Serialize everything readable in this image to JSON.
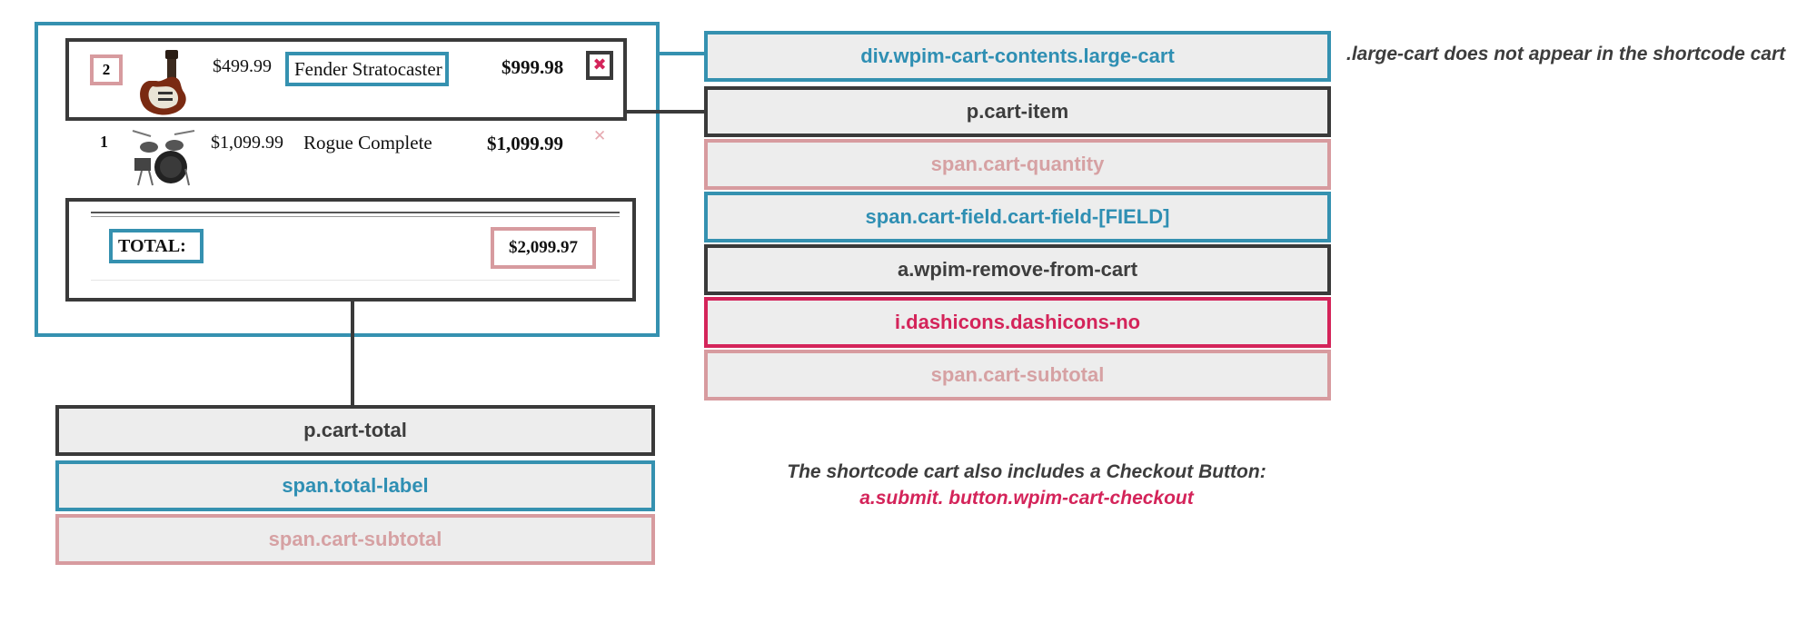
{
  "cart": {
    "items": [
      {
        "quantity": "2",
        "price": "$499.99",
        "name": "Fender Stratocaster",
        "subtotal": "$999.98",
        "remove_icon": "close-icon"
      },
      {
        "quantity": "1",
        "price": "$1,099.99",
        "name": "Rogue Complete",
        "subtotal": "$1,099.99",
        "remove_icon": "close-icon"
      }
    ],
    "total_label": "TOTAL:",
    "total_value": "$2,099.97"
  },
  "labels": {
    "container": "div.wpim-cart-contents.large-cart",
    "cart_item": "p.cart-item",
    "cart_quantity": "span.cart-quantity",
    "cart_field": "span.cart-field.cart-field-[FIELD]",
    "remove_link": "a.wpim-remove-from-cart",
    "remove_icon": "i.dashicons.dashicons-no",
    "cart_subtotal": "span.cart-subtotal",
    "cart_total": "p.cart-total",
    "total_label": "span.total-label",
    "total_subtotal": "span.cart-subtotal"
  },
  "notes": {
    "large_cart": ".large-cart does not appear in the shortcode cart",
    "checkout_line1": "The shortcode cart also includes a Checkout Button:",
    "checkout_line2": "a.submit. button.wpim-cart-checkout"
  },
  "colors": {
    "blue": "#3591b0",
    "dark": "#3a3a3a",
    "pink": "#d79b9f",
    "red": "#d4245a"
  }
}
